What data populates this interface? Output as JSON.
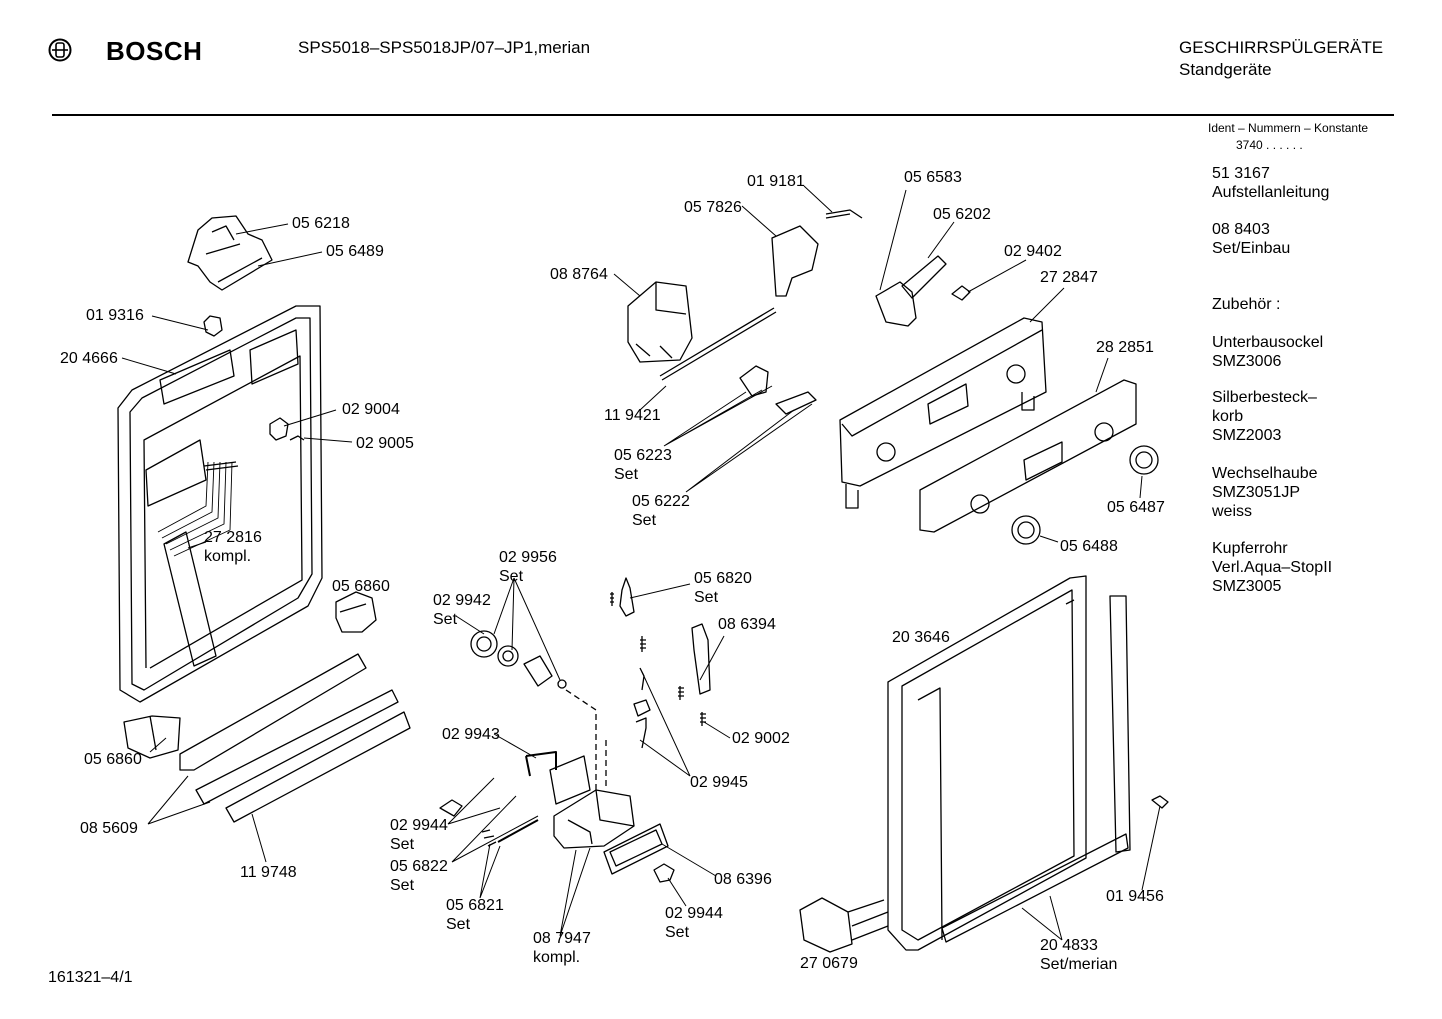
{
  "header": {
    "brand": "BOSCH",
    "model": "SPS5018–SPS5018JP/07–JP1,merian",
    "category": "GESCHIRRSPÜLGERÄTE",
    "subcategory": "Standgeräte"
  },
  "sidebar": {
    "ident_heading": "Ident – Nummern – Konstante",
    "ident_value": "3740 . . . . . .",
    "blocks": [
      "51 3167\nAufstellanleitung",
      "08 8403\nSet/Einbau",
      "Zubehör :",
      "Unterbausockel\nSMZ3006",
      "Silberbesteck–\nkorb\nSMZ2003",
      "Wechselhaube\nSMZ3051JP\nweiss",
      "Kupferrohr\nVerl.Aqua–StopII\nSMZ3005"
    ]
  },
  "footer": {
    "drawing_number": "161321–4/1"
  },
  "parts": [
    "05 6218",
    "05 6489",
    "01 9316",
    "20 4666",
    "02 9004",
    "02 9005",
    "27 2816\nkompl.",
    "05 6860",
    "05 6860",
    "08 5609",
    "11 9748",
    "01 9181",
    "05 7826",
    "08 8764",
    "11 9421",
    "05 6223\nSet",
    "05 6222\nSet",
    "05 6583",
    "05 6202",
    "02 9402",
    "27 2847",
    "28 2851",
    "05 6487",
    "05 6488",
    "02 9956\nSet",
    "02 9942\nSet",
    "05 6820\nSet",
    "08 6394",
    "02 9002",
    "02 9943",
    "02 9945",
    "02 9944\nSet",
    "05 6822\nSet",
    "05 6821\nSet",
    "08 7947\nkompl.",
    "02 9944\nSet",
    "08 6396",
    "20 3646",
    "01 9456",
    "20 4833\nSet/merian",
    "27 0679"
  ]
}
